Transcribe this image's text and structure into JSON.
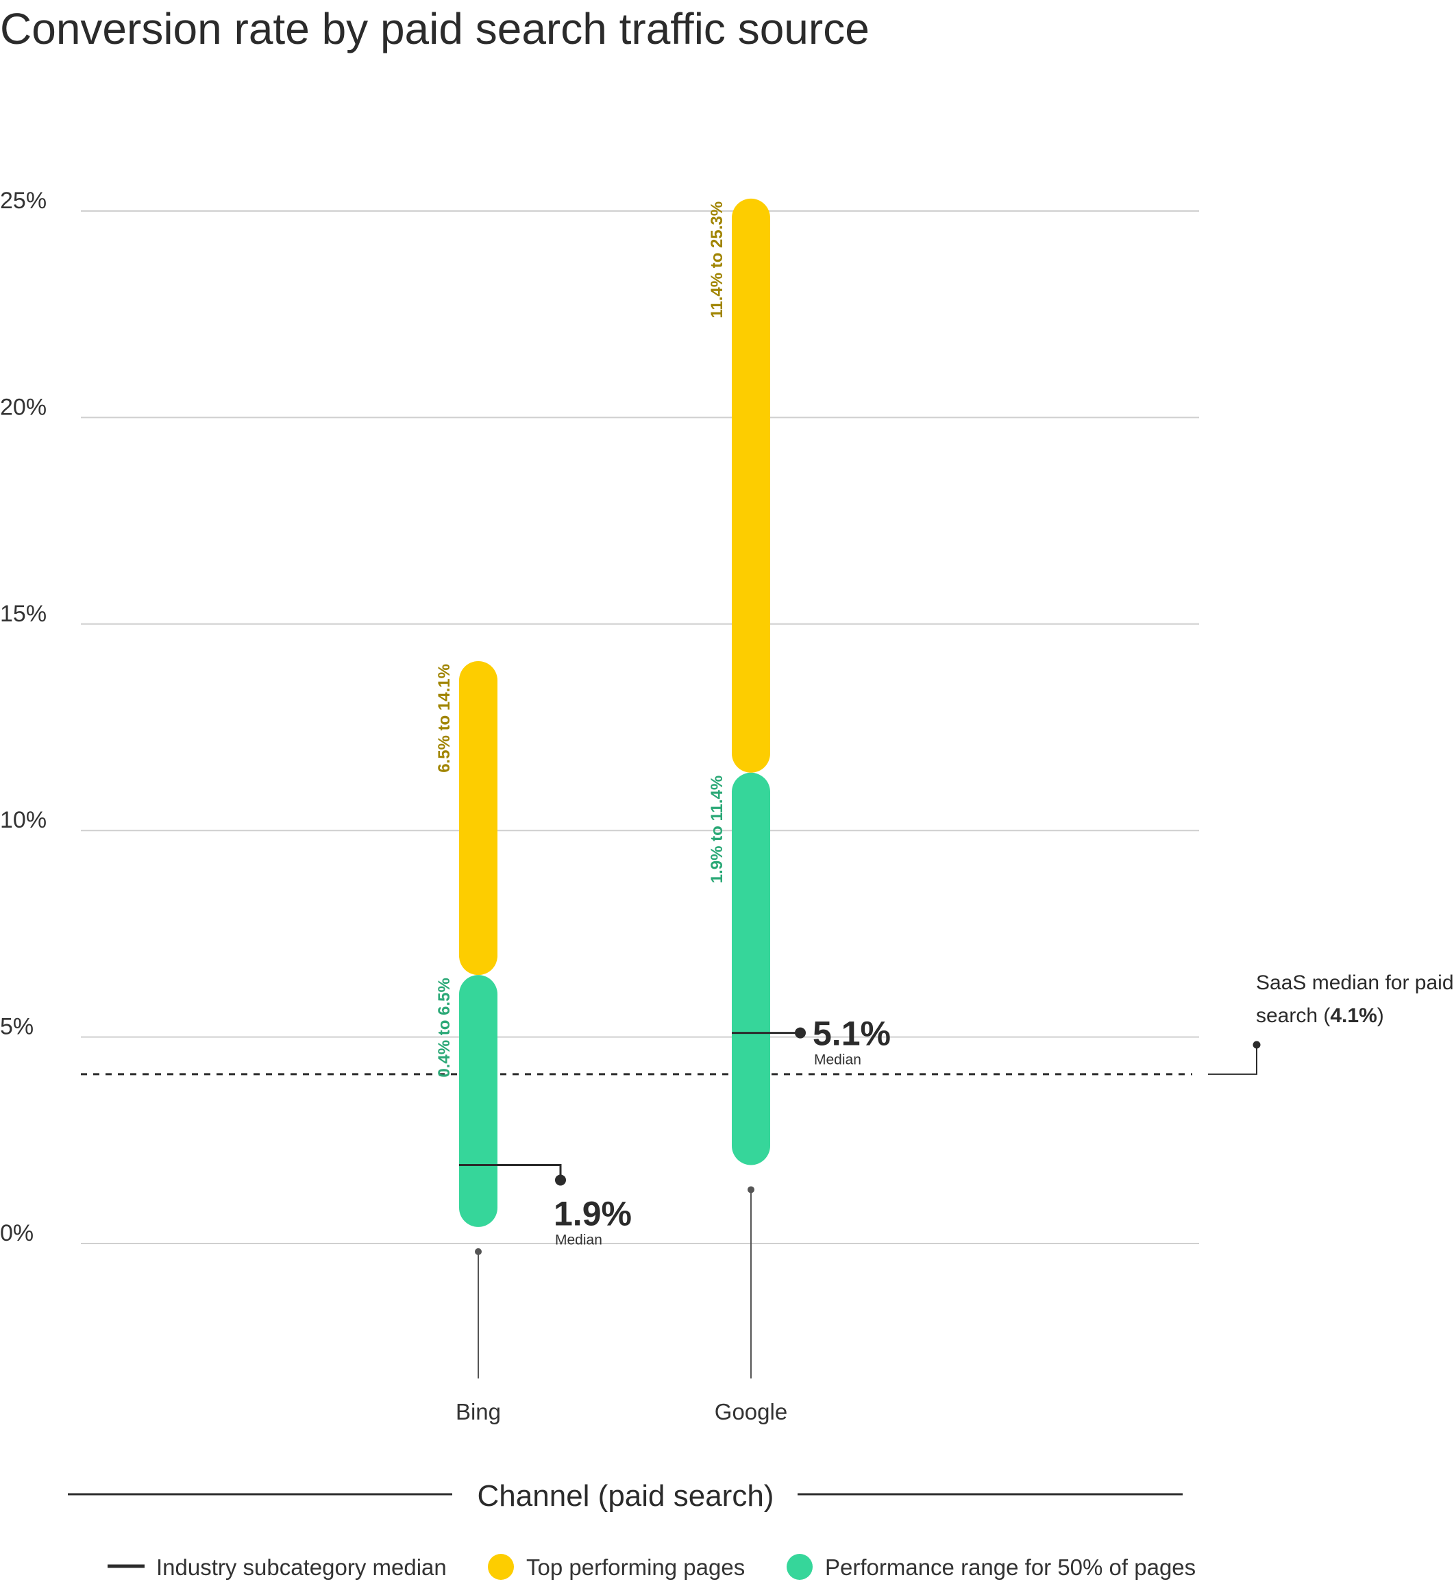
{
  "chart_data": {
    "type": "bar",
    "title": "Conversion rate by paid search traffic source",
    "xlabel": "Channel (paid search)",
    "ylabel": "",
    "ylim": [
      0,
      25
    ],
    "yticks": [
      0,
      5,
      10,
      15,
      20,
      25
    ],
    "ytick_labels": [
      "0%",
      "5%",
      "10%",
      "15%",
      "20%",
      "25%"
    ],
    "grid": true,
    "categories": [
      "Bing",
      "Google"
    ],
    "series": [
      {
        "name": "Performance range for 50% of pages",
        "color": "#36d69a",
        "label_color": "#2aa876",
        "ranges": [
          [
            0.4,
            6.5
          ],
          [
            1.9,
            11.4
          ]
        ],
        "labels": [
          "0.4% to 6.5%",
          "1.9% to 11.4%"
        ]
      },
      {
        "name": "Top performing pages",
        "color": "#fdcd00",
        "label_color": "#a08400",
        "ranges": [
          [
            6.5,
            14.1
          ],
          [
            11.4,
            25.3
          ]
        ],
        "labels": [
          "6.5% to 14.1%",
          "11.4% to 25.3%"
        ]
      }
    ],
    "medians": [
      {
        "category": "Bing",
        "value": 1.9,
        "label": "1.9%",
        "caption": "Median"
      },
      {
        "category": "Google",
        "value": 5.1,
        "label": "5.1%",
        "caption": "Median"
      }
    ],
    "reference_line": {
      "value": 4.1,
      "style": "dashed",
      "annotation_lines": [
        "SaaS median for paid",
        "search ("
      ],
      "annotation_bold": "4.1%",
      "annotation_suffix": ")"
    },
    "legend": {
      "placement": "bottom",
      "items": [
        {
          "marker": "line",
          "label": "Industry subcategory median",
          "color": "#2b2b2b"
        },
        {
          "marker": "circle",
          "label": "Top performing pages",
          "color": "#fdcd00"
        },
        {
          "marker": "circle",
          "label": "Performance range for 50% of pages",
          "color": "#36d69a"
        }
      ]
    }
  }
}
